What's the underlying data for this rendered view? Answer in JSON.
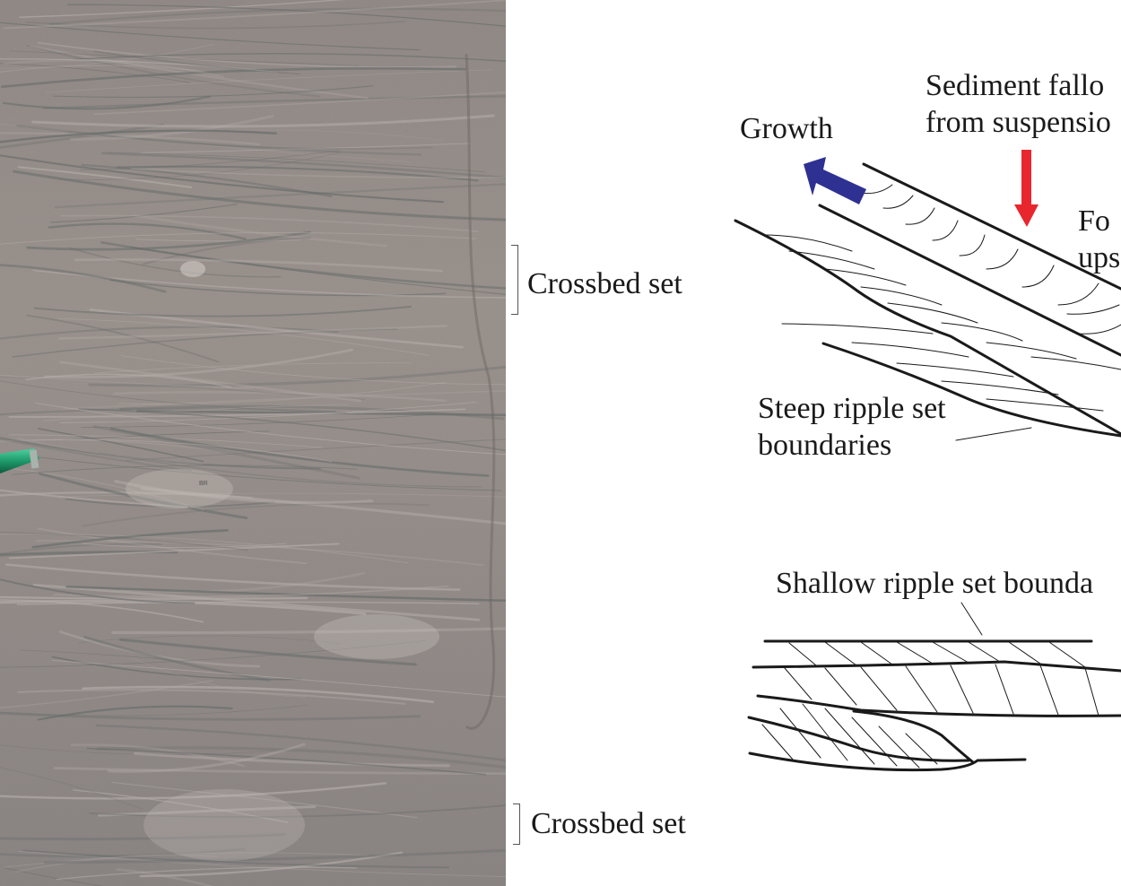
{
  "photo": {
    "micro_label": "BR",
    "colors": {
      "rock_base": "#8c8582",
      "rock_light": "#b9b1ad",
      "rock_dark": "#5f6766",
      "pen": "#1f9a6b"
    }
  },
  "labels": {
    "crossbed_top": "Crossbed set",
    "crossbed_bottom": "Crossbed set",
    "growth": "Growth",
    "sediment_line1": "Sediment fallo",
    "sediment_line2": "from suspensio",
    "fore_line1": "Fo",
    "fore_line2": "ups",
    "steep_line1": "Steep ripple set",
    "steep_line2": "boundaries",
    "shallow": "Shallow ripple set bounda"
  },
  "arrows": {
    "growth_color": "#2e3192",
    "fallout_color": "#e8262d"
  }
}
